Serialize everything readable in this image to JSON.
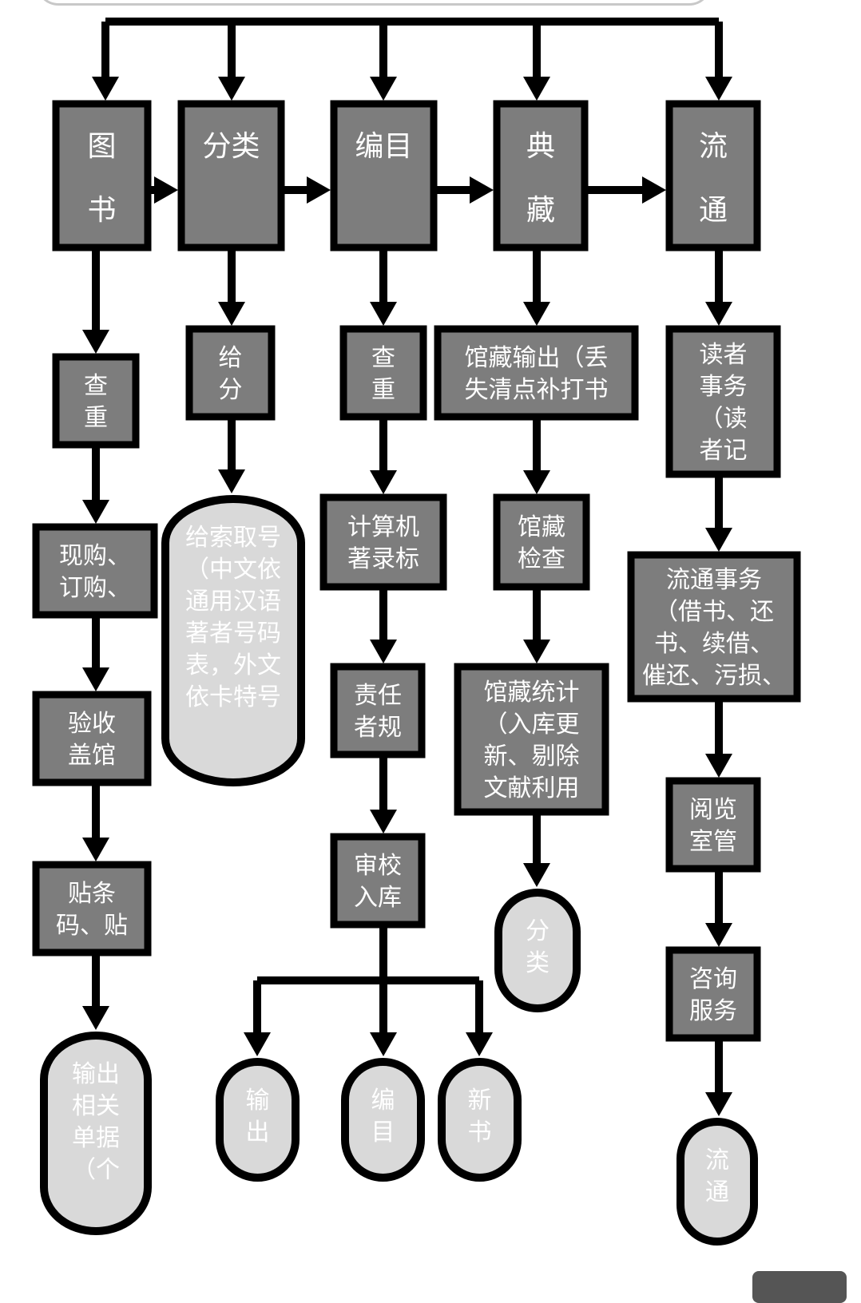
{
  "diagram": {
    "top_nodes": [
      {
        "id": "t1",
        "lines": [
          "图",
          "书"
        ]
      },
      {
        "id": "t2",
        "lines": [
          "分类"
        ]
      },
      {
        "id": "t3",
        "lines": [
          "编目"
        ]
      },
      {
        "id": "t4",
        "lines": [
          "典",
          "藏"
        ]
      },
      {
        "id": "t5",
        "lines": [
          "流",
          "通"
        ]
      }
    ],
    "column_1": [
      {
        "id": "c1a",
        "lines": [
          "查",
          "重"
        ]
      },
      {
        "id": "c1b",
        "lines": [
          "现购、",
          "订购、"
        ]
      },
      {
        "id": "c1c",
        "lines": [
          "验收",
          "盖馆"
        ]
      },
      {
        "id": "c1d",
        "lines": [
          "贴条",
          "码、贴"
        ]
      },
      {
        "id": "c1e",
        "lines": [
          "输出",
          "相关",
          "单据",
          "（个"
        ]
      }
    ],
    "column_2": [
      {
        "id": "c2a",
        "lines": [
          "给",
          "分"
        ]
      },
      {
        "id": "c2b",
        "lines": [
          "给索取号",
          "（中文依",
          "通用汉语",
          "著者号码",
          "表，外文",
          "依卡特号"
        ]
      }
    ],
    "column_3": [
      {
        "id": "c3a",
        "lines": [
          "查",
          "重"
        ]
      },
      {
        "id": "c3b",
        "lines": [
          "计算机",
          "著录标"
        ]
      },
      {
        "id": "c3c",
        "lines": [
          "责任",
          "者规"
        ]
      },
      {
        "id": "c3d",
        "lines": [
          "审校",
          "入库"
        ]
      },
      {
        "id": "c3e",
        "lines": [
          "输",
          "出"
        ]
      },
      {
        "id": "c3f",
        "lines": [
          "编",
          "目"
        ]
      },
      {
        "id": "c3g",
        "lines": [
          "新",
          "书"
        ]
      }
    ],
    "column_4": [
      {
        "id": "c4a",
        "lines": [
          "馆藏输出（丢",
          "失清点补打书"
        ]
      },
      {
        "id": "c4b",
        "lines": [
          "馆藏",
          "检查"
        ]
      },
      {
        "id": "c4c",
        "lines": [
          "馆藏统计",
          "（入库更",
          "新、剔除",
          "文献利用"
        ]
      },
      {
        "id": "c4d",
        "lines": [
          "分",
          "类"
        ]
      }
    ],
    "column_5": [
      {
        "id": "c5a",
        "lines": [
          "读者",
          "事务",
          "（读",
          "者记"
        ]
      },
      {
        "id": "c5b",
        "lines": [
          "流通事务",
          "（借书、还",
          "书、续借、",
          "催还、污损、"
        ]
      },
      {
        "id": "c5c",
        "lines": [
          "阅览",
          "室管"
        ]
      },
      {
        "id": "c5d",
        "lines": [
          "咨询",
          "服务"
        ]
      },
      {
        "id": "c5e",
        "lines": [
          "流",
          "通"
        ]
      }
    ]
  }
}
